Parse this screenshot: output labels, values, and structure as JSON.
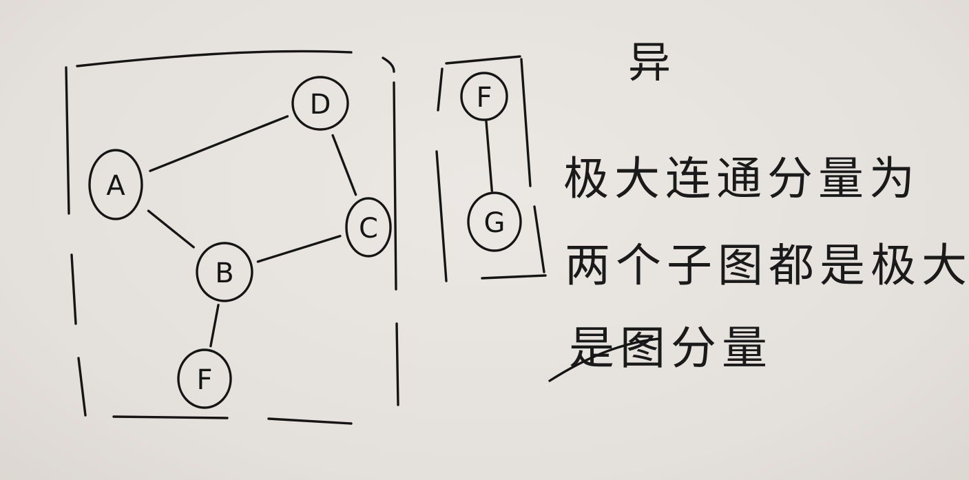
{
  "heading": "异",
  "note_lines": [
    "极大连通分量为",
    "两个子图都是极大",
    "是图分量"
  ],
  "graph_left": {
    "nodes": [
      "A",
      "B",
      "C",
      "D",
      "F"
    ],
    "edges": [
      [
        "A",
        "D"
      ],
      [
        "A",
        "B"
      ],
      [
        "D",
        "C"
      ],
      [
        "C",
        "B"
      ],
      [
        "B",
        "F"
      ]
    ]
  },
  "graph_right": {
    "nodes": [
      "F",
      "G"
    ],
    "edges": [
      [
        "F",
        "G"
      ]
    ]
  },
  "colors": {
    "ink": "#151515",
    "paper": "#e6e2de"
  }
}
